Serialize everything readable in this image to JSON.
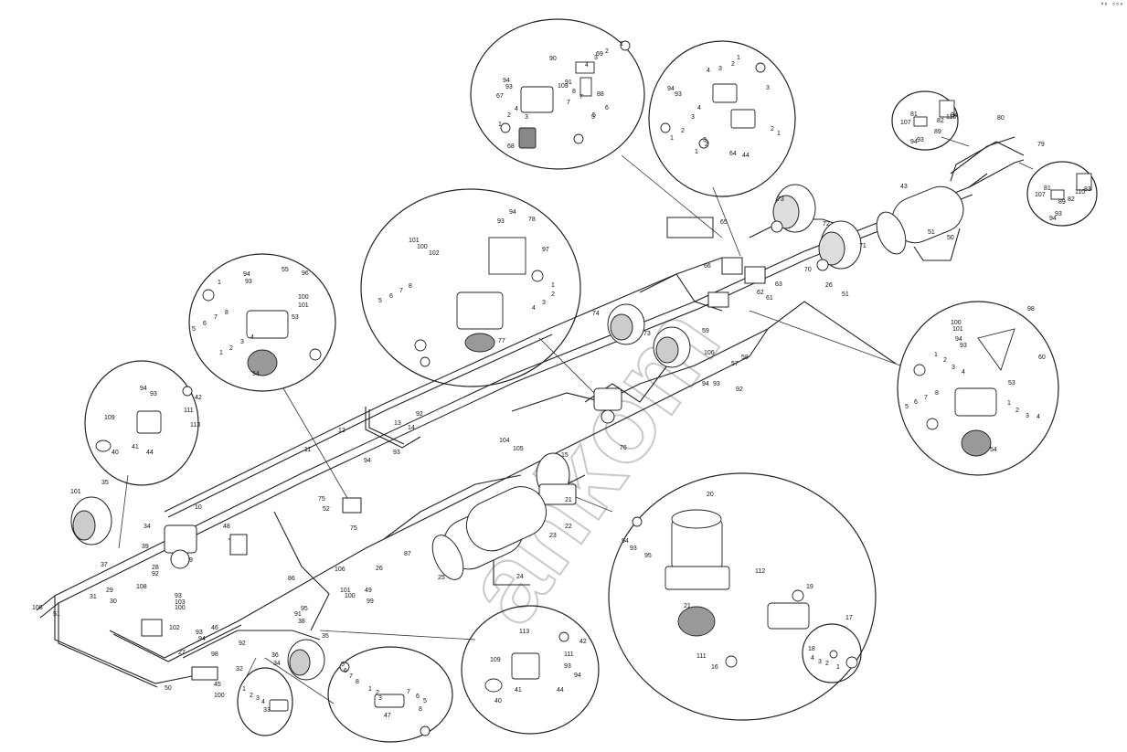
{
  "watermark": "ankom",
  "corner_mark": "°ᴰ ⁰⁰⁰",
  "callouts": {
    "c1": [
      "90",
      "94",
      "93",
      "67",
      "109",
      "91",
      "69",
      "8",
      "88",
      "4",
      "5",
      "1",
      "2",
      "3",
      "7",
      "6",
      "68",
      "7",
      "5",
      "4",
      "3",
      "2",
      "1"
    ],
    "c2": [
      "1",
      "2",
      "3",
      "4",
      "94",
      "93",
      "4",
      "3",
      "1",
      "2",
      "1",
      "2",
      "3",
      "64",
      "44",
      "1",
      "2",
      "3"
    ],
    "c3": [
      "81",
      "107",
      "84",
      "94",
      "93",
      "82",
      "110",
      "89"
    ],
    "c4": [
      "81",
      "107",
      "83",
      "82",
      "110",
      "89",
      "94",
      "93"
    ],
    "c5": [
      "94",
      "93",
      "78",
      "101",
      "100",
      "102",
      "97",
      "5",
      "6",
      "7",
      "8",
      "1",
      "2",
      "3",
      "4",
      "77"
    ],
    "c6": [
      "94",
      "93",
      "55",
      "96",
      "1",
      "100",
      "101",
      "53",
      "5",
      "6",
      "7",
      "8",
      "1",
      "2",
      "3",
      "4",
      "54"
    ],
    "c7": [
      "94",
      "93",
      "42",
      "109",
      "111",
      "113",
      "40",
      "41",
      "44"
    ],
    "c8": [
      "98",
      "100",
      "101",
      "94",
      "93",
      "60",
      "1",
      "2",
      "3",
      "4",
      "53",
      "5",
      "6",
      "7",
      "8",
      "1",
      "2",
      "3",
      "4",
      "54"
    ],
    "c9": [
      "20",
      "94",
      "93",
      "95",
      "112",
      "19",
      "21",
      "111",
      "16",
      "17",
      "18",
      "4",
      "3",
      "2",
      "1"
    ],
    "c10": [
      "113",
      "42",
      "109",
      "111",
      "93",
      "94",
      "40",
      "41",
      "44"
    ],
    "c11": [
      "5",
      "6",
      "7",
      "8",
      "1",
      "2",
      "3",
      "47",
      "7",
      "6",
      "5",
      "8"
    ],
    "c12": [
      "32",
      "1",
      "2",
      "3",
      "4",
      "33"
    ],
    "frame": [
      "80",
      "79",
      "43",
      "51",
      "50",
      "65",
      "73",
      "72",
      "71",
      "70",
      "66",
      "62",
      "63",
      "61",
      "59",
      "58",
      "57",
      "106",
      "94",
      "93",
      "92",
      "74",
      "73",
      "76",
      "15",
      "104",
      "105",
      "12",
      "13",
      "14",
      "92",
      "93",
      "94",
      "11",
      "10",
      "9",
      "48",
      "52",
      "75",
      "75",
      "24",
      "23",
      "22",
      "21",
      "25",
      "87",
      "26",
      "106",
      "100",
      "101",
      "49",
      "99",
      "86",
      "95",
      "38",
      "91",
      "35",
      "34",
      "36",
      "46",
      "93",
      "94",
      "92",
      "98",
      "45",
      "100",
      "101",
      "35",
      "34",
      "39",
      "37",
      "108",
      "29",
      "30",
      "31",
      "28",
      "92",
      "93",
      "103",
      "100",
      "102",
      "27",
      "106",
      "51",
      "50",
      "26",
      "51",
      "50"
    ]
  }
}
